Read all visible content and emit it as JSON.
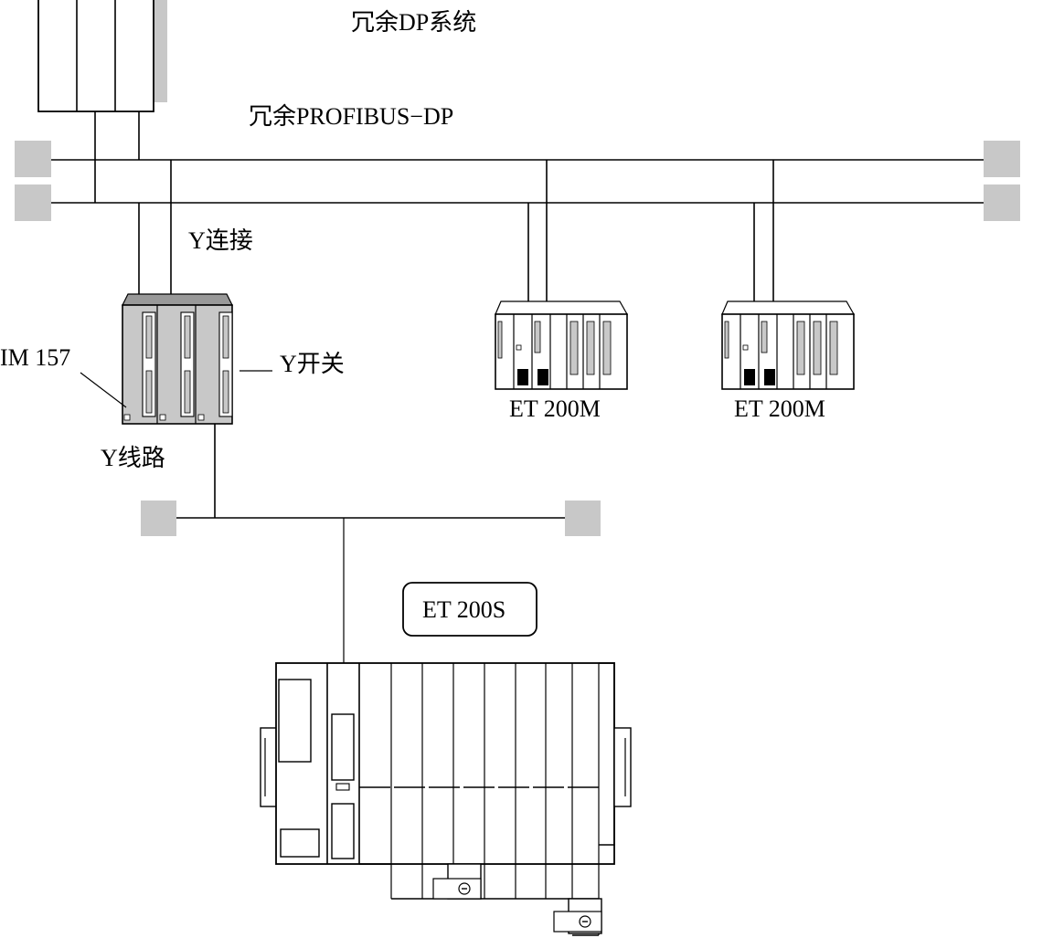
{
  "title": "冗余DP系统",
  "bus_label": "冗余PROFIBUS−DP",
  "y_connection_label": "Y连接",
  "im_label": "IM 157",
  "y_switch_label": "Y开关",
  "y_line_label": "Y线路",
  "et200m_labels": [
    "ET 200M",
    "ET 200M"
  ],
  "et200s_label": "ET 200S",
  "colors": {
    "line": "#000000",
    "terminator": "#c8c8c8",
    "module_fill": "#c8c8c8",
    "background": "#ffffff"
  }
}
